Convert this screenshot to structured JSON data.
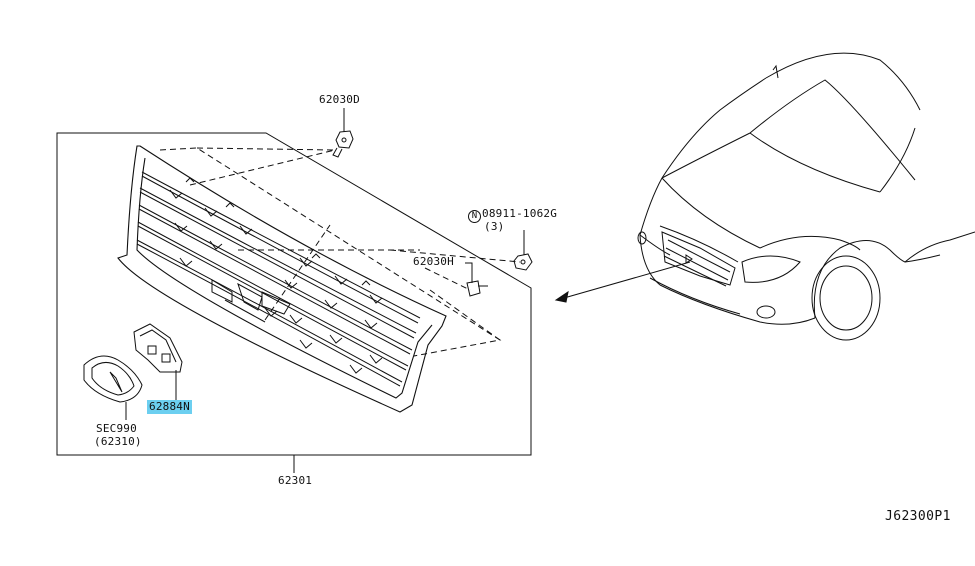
{
  "parts": {
    "bolt_top": "62030D",
    "nut_code": "08911-1062G",
    "nut_symbol": "N",
    "nut_qty": "(3)",
    "clip_side": "62030H",
    "bracket": "62884N",
    "emblem_sec": "SEC990",
    "emblem_ref": "(62310)",
    "grille": "62301"
  },
  "diagram_code": "J62300P1",
  "colors": {
    "highlight": "#6ccff0",
    "line": "#111111"
  }
}
